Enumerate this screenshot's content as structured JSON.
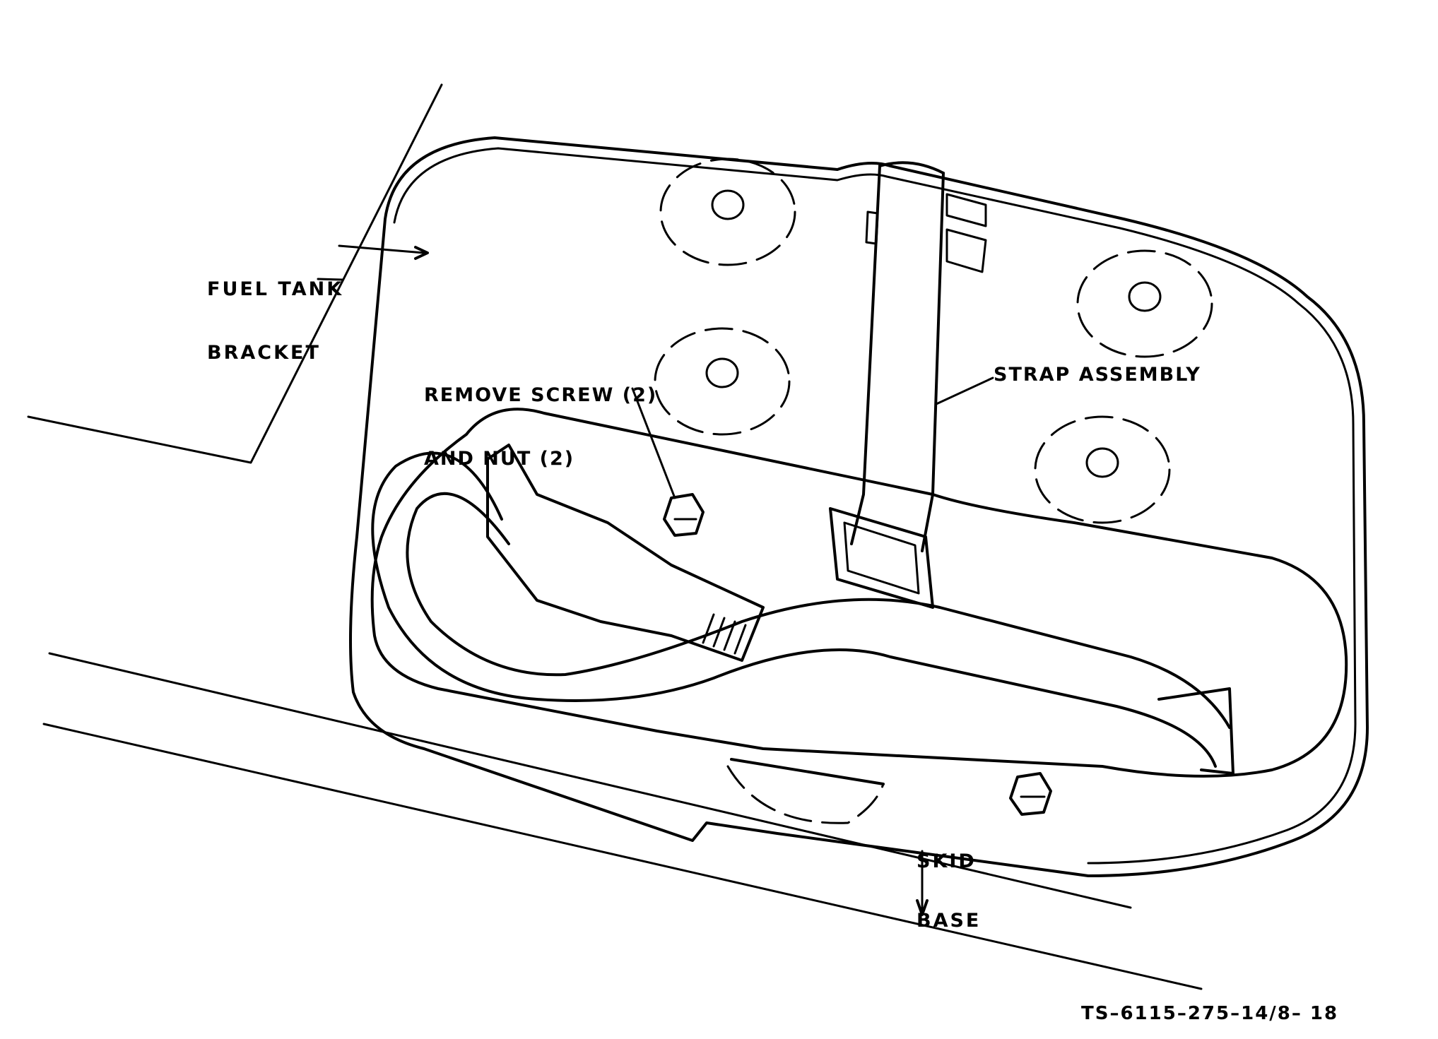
{
  "diagram": {
    "labels": {
      "fuel_tank_bracket_line1": "FUEL TANK",
      "fuel_tank_bracket_line2": "BRACKET",
      "remove_screw_line1": "REMOVE SCREW (2)",
      "remove_screw_line2": "AND NUT (2)",
      "strap_assembly": "STRAP ASSEMBLY",
      "skid_base_line1": "SKID",
      "skid_base_line2": "BASE"
    },
    "figure_id": "TS–6115–275–14/8– 18",
    "colors": {
      "ink": "#000000",
      "paper": "#ffffff"
    }
  }
}
